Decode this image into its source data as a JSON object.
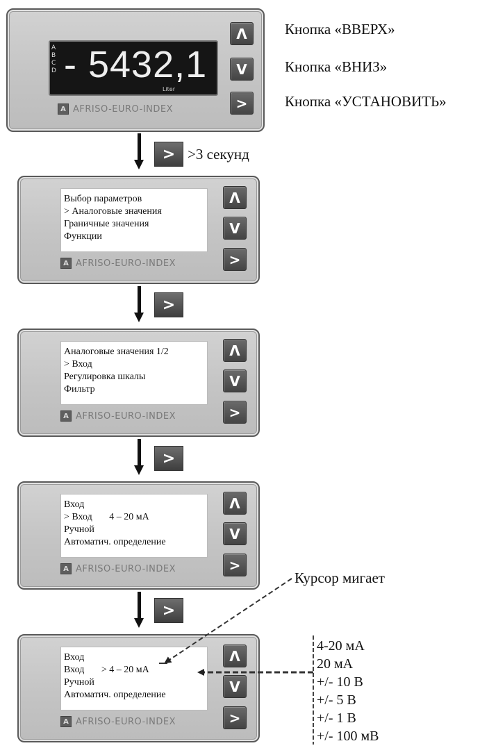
{
  "main_device": {
    "channels": [
      "A",
      "B",
      "C",
      "D"
    ],
    "value": "- 5432,1",
    "unit": "Liter",
    "brand": "AFRISO-EURO-INDEX",
    "buttons": {
      "up": "Λ",
      "down": "V",
      "set": ">"
    }
  },
  "button_labels": {
    "up": "Кнопка «ВВЕРХ»",
    "down": "Кнопка «ВНИЗ»",
    "set": "Кнопка «УСТАНОВИТЬ»"
  },
  "steps": {
    "button": ">",
    "hold_text": ">3 секунд"
  },
  "screens": [
    {
      "lines": [
        "Выбор параметров",
        "> Аналоговые значения",
        "Граничные значения",
        "Функции"
      ]
    },
    {
      "lines": [
        "Аналоговые значения 1/2",
        "> Вход",
        "Регулировка шкалы",
        "Фильтр"
      ]
    },
    {
      "lines": [
        "Вход",
        "> Вход       4 – 20 мА",
        "Ручной",
        "Автоматич. определение"
      ]
    },
    {
      "lines": [
        "Вход",
        "Вход       > 4 – 20 мА",
        "Ручной",
        "Автоматич. определение"
      ]
    }
  ],
  "cursor_label": "Курсор мигает",
  "input_ranges": [
    "4-20 мА",
    "20 мА",
    "+/- 10 В",
    "+/- 5 В",
    "+/- 1 В",
    "+/- 100 мВ"
  ],
  "colors": {
    "panel": "#c8c8c8",
    "button": "#555555",
    "lcd": "#151515",
    "brand_text": "#7a7a7a"
  }
}
